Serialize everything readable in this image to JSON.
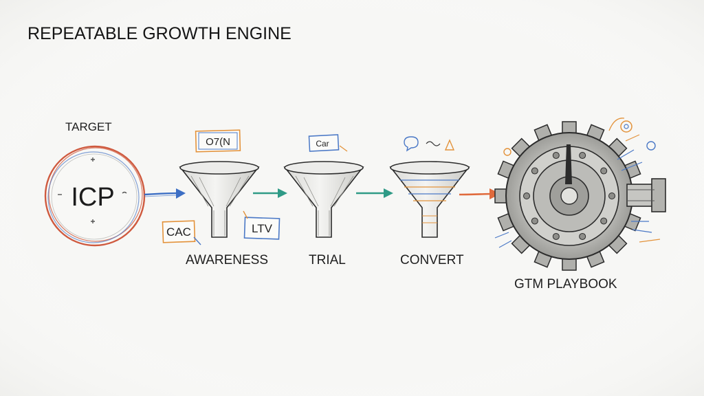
{
  "title": "REPEATABLE GROWTH ENGINE",
  "target": {
    "caption": "TARGET",
    "core": "ICP"
  },
  "stages": {
    "awareness": {
      "label": "AWARENESS",
      "tag_top": "O7(N",
      "tag_left": "CAC",
      "tag_right": "LTV"
    },
    "trial": {
      "label": "TRIAL",
      "tag_top": "Car"
    },
    "convert": {
      "label": "CONVERT"
    }
  },
  "engine": {
    "label": "GTM PLAYBOOK"
  },
  "colors": {
    "ink": "#2b2b2b",
    "arrow_blue": "#3d6fc4",
    "arrow_teal": "#2f9a86",
    "arrow_orange": "#e06a3c",
    "circle_red": "#cf5a3f",
    "circle_blue": "#5a82c8",
    "tag_orange": "#e3923a",
    "tag_blue": "#4a78c6"
  }
}
